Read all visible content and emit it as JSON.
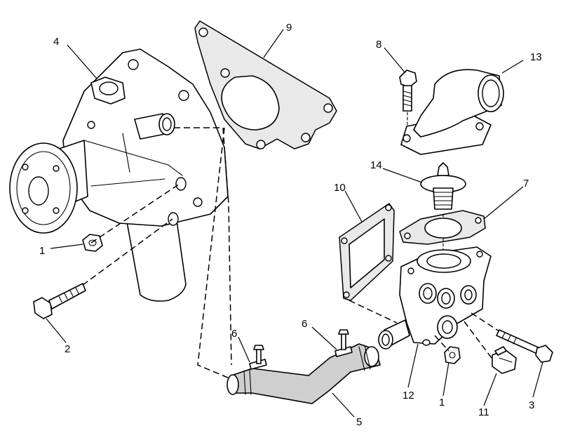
{
  "callouts": [
    {
      "id": "c4",
      "label": "4"
    },
    {
      "id": "c9",
      "label": "9"
    },
    {
      "id": "c8",
      "label": "8"
    },
    {
      "id": "c13",
      "label": "13"
    },
    {
      "id": "c14",
      "label": "14"
    },
    {
      "id": "c10",
      "label": "10"
    },
    {
      "id": "c7",
      "label": "7"
    },
    {
      "id": "c1a",
      "label": "1"
    },
    {
      "id": "c2",
      "label": "2"
    },
    {
      "id": "c6a",
      "label": "6"
    },
    {
      "id": "c6b",
      "label": "6"
    },
    {
      "id": "c12",
      "label": "12"
    },
    {
      "id": "c1b",
      "label": "1"
    },
    {
      "id": "c11",
      "label": "11"
    },
    {
      "id": "c3",
      "label": "3"
    },
    {
      "id": "c5",
      "label": "5"
    }
  ],
  "colors": {
    "ink": "#000000",
    "paper": "#ffffff",
    "gasket": "#e9e9e9",
    "hose": "#cfcfcf"
  }
}
